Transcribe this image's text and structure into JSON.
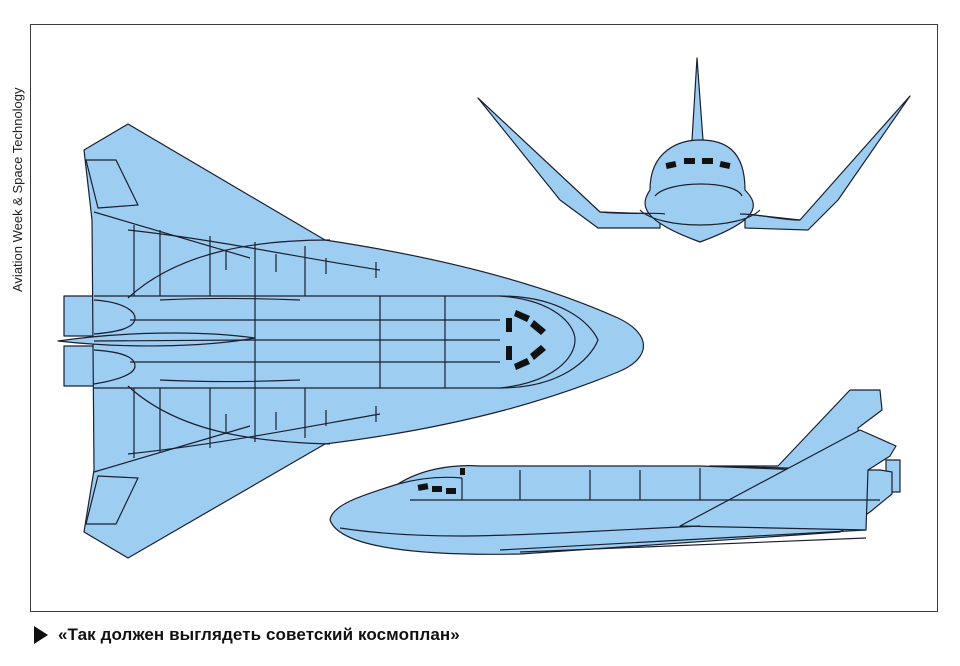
{
  "figure": {
    "credit": "Aviation Week & Space Technology",
    "caption": "«Так должен выглядеть советский космоплан»",
    "colors": {
      "body_fill": "#9ecdf2",
      "outline": "#1a2030",
      "window": "#111111"
    },
    "views": [
      "top-view",
      "front-view",
      "side-view"
    ]
  }
}
